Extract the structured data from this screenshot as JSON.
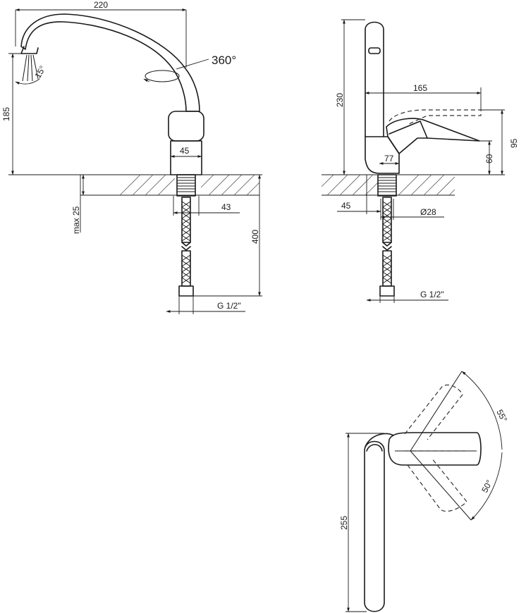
{
  "front_view": {
    "width_spout": "220",
    "rotation": "360°",
    "spray_angle": "15°",
    "height_outlet": "185",
    "body_width": "45",
    "max_deck": "max 25",
    "shank_width": "43",
    "hose_length": "400",
    "thread": "G 1/2\""
  },
  "side_view": {
    "height_total": "230",
    "lever_reach": "165",
    "lever_height": "95",
    "lever_low": "60",
    "lever_offset": "77",
    "base_width": "45",
    "diameter": "Ø28",
    "thread": "G 1/2\""
  },
  "top_view": {
    "spout_length": "255",
    "angle_up": "55°",
    "angle_down": "50°"
  }
}
